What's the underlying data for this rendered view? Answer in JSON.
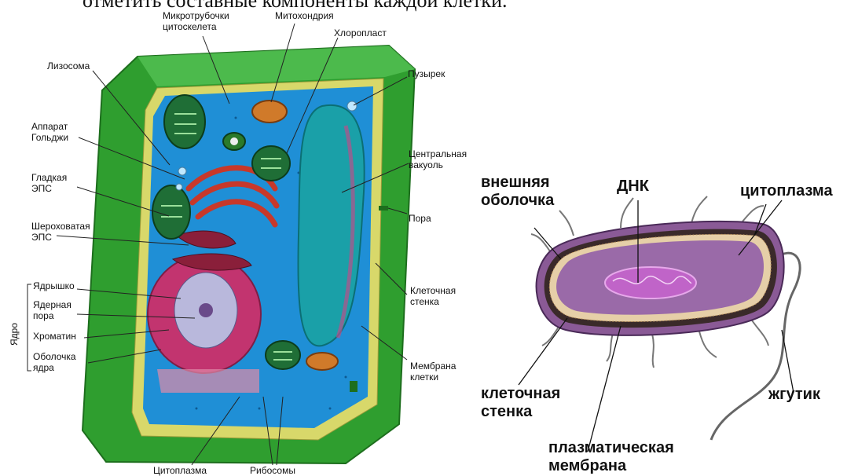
{
  "heading": "отметить составные компоненты каждой клетки.",
  "plant_cell": {
    "labels": {
      "microtubules": [
        "Микротрубочки",
        "цитоскелета"
      ],
      "mitochondria": "Митохондрия",
      "chloroplast": "Хлоропласт",
      "lysosome": "Лизосома",
      "vesicle": "Пузырек",
      "golgi": [
        "Аппарат",
        "Гольджи"
      ],
      "smooth_er": [
        "Гладкая",
        "ЭПС"
      ],
      "central_vacuole": [
        "Центральная",
        "вакуоль"
      ],
      "rough_er": [
        "Шероховатая",
        "ЭПС"
      ],
      "pore": "Пора",
      "nucleolus": "Ядрышко",
      "nuclear_pore": [
        "Ядерная",
        "пора"
      ],
      "chromatin": "Хроматин",
      "nuclear_envelope": [
        "Оболочка",
        "ядра"
      ],
      "nucleus_group": "Ядро",
      "cell_wall": [
        "Клеточная",
        "стенка"
      ],
      "cell_membrane": [
        "Мембрана",
        "клетки"
      ],
      "cytoplasm": "Цитоплазма",
      "ribosomes": "Рибосомы"
    }
  },
  "bacterial_cell": {
    "labels": {
      "outer_membrane": [
        "внешняя",
        "оболочка"
      ],
      "dna": "ДНК",
      "cytoplasm": "цитоплазма",
      "cell_wall": [
        "клеточная",
        "стенка"
      ],
      "flagellum": "жгутик",
      "plasma_membrane": [
        "плазматическая",
        "мембрана"
      ]
    }
  },
  "colors": {
    "cell_wall_green": "#2f9e2f",
    "cytoplasm_blue": "#1f8fd6",
    "vacuole_teal": "#1aa0a8",
    "nucleus_pink": "#c2346f",
    "golgi_red": "#c8382a",
    "bacterium_purple": "#9a6aa8",
    "dna_magenta": "#c064c8"
  }
}
